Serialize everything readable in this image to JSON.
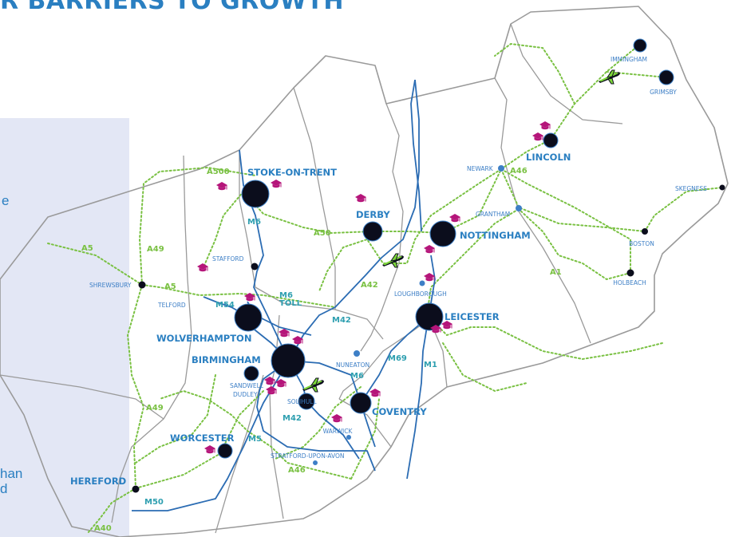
{
  "header": {
    "title_fragment": "R BARRIERS TO GROWTH"
  },
  "side_text": {
    "line1": "e",
    "line2": "han",
    "line3": "d"
  },
  "colors": {
    "accent_blue": "#2a7fc1",
    "light_blue": "#3d7fc6",
    "green_road": "#7ac143",
    "city_dot": "#0b0d1c",
    "university": "#b5157a",
    "airport": "#7dd63a",
    "region_border": "#9a9a9a",
    "motorway": "#2b6cb3",
    "panel_bg": "#e3e7f5"
  },
  "major_cities": [
    {
      "id": "stoke",
      "name": "STOKE-ON-TRENT"
    },
    {
      "id": "derby",
      "name": "DERBY"
    },
    {
      "id": "nottingham",
      "name": "NOTTINGHAM"
    },
    {
      "id": "lincoln",
      "name": "LINCOLN"
    },
    {
      "id": "leicester",
      "name": "LEICESTER"
    },
    {
      "id": "wolverhampton",
      "name": "WOLVERHAMPTON"
    },
    {
      "id": "birmingham",
      "name": "BIRMINGHAM"
    },
    {
      "id": "coventry",
      "name": "COVENTRY"
    },
    {
      "id": "worcester",
      "name": "WORCESTER"
    },
    {
      "id": "hereford",
      "name": "HEREFORD"
    }
  ],
  "minor_towns": [
    {
      "id": "immingham",
      "name": "IMMINGHAM"
    },
    {
      "id": "grimsby",
      "name": "GRIMSBY"
    },
    {
      "id": "newark",
      "name": "NEWARK"
    },
    {
      "id": "skegness",
      "name": "SKEGNESS"
    },
    {
      "id": "grantham",
      "name": "GRANTHAM"
    },
    {
      "id": "boston",
      "name": "BOSTON"
    },
    {
      "id": "holbeach",
      "name": "HOLBEACH"
    },
    {
      "id": "stafford",
      "name": "STAFFORD"
    },
    {
      "id": "shrewsbury",
      "name": "SHREWSBURY"
    },
    {
      "id": "telford",
      "name": "TELFORD"
    },
    {
      "id": "loughborough",
      "name": "LOUGHBOROUGH"
    },
    {
      "id": "nuneaton",
      "name": "NUNEATON"
    },
    {
      "id": "sandwell",
      "name": "SANDWELL"
    },
    {
      "id": "dudley",
      "name": "DUDLEY"
    },
    {
      "id": "solihull",
      "name": "SOLIHULL"
    },
    {
      "id": "warwick",
      "name": "WARWICK"
    },
    {
      "id": "stratford",
      "name": "STRATFORD-UPON-AVON"
    }
  ],
  "roads": [
    {
      "id": "a500",
      "name": "A500",
      "kind": "a-road"
    },
    {
      "id": "a5w",
      "name": "A5",
      "kind": "a-road"
    },
    {
      "id": "a49n",
      "name": "A49",
      "kind": "a-road"
    },
    {
      "id": "a5e",
      "name": "A5",
      "kind": "a-road"
    },
    {
      "id": "a50",
      "name": "A50",
      "kind": "a-road"
    },
    {
      "id": "a42",
      "name": "A42",
      "kind": "a-road"
    },
    {
      "id": "a46n",
      "name": "A46",
      "kind": "a-road"
    },
    {
      "id": "a1",
      "name": "A1",
      "kind": "a-road"
    },
    {
      "id": "a49s",
      "name": "A49",
      "kind": "a-road"
    },
    {
      "id": "a46s",
      "name": "A46",
      "kind": "a-road"
    },
    {
      "id": "a40",
      "name": "A40",
      "kind": "a-road"
    },
    {
      "id": "m6n",
      "name": "M6",
      "kind": "motorway"
    },
    {
      "id": "m6toll",
      "name": "M6\nTOLL",
      "kind": "motorway"
    },
    {
      "id": "m54",
      "name": "M54",
      "kind": "motorway"
    },
    {
      "id": "m42n",
      "name": "M42",
      "kind": "motorway"
    },
    {
      "id": "m69",
      "name": "M69",
      "kind": "motorway"
    },
    {
      "id": "m1",
      "name": "M1",
      "kind": "motorway"
    },
    {
      "id": "m6s",
      "name": "M6",
      "kind": "motorway"
    },
    {
      "id": "m42s",
      "name": "M42",
      "kind": "motorway"
    },
    {
      "id": "m5",
      "name": "M5",
      "kind": "motorway"
    },
    {
      "id": "m50",
      "name": "M50",
      "kind": "motorway"
    }
  ]
}
